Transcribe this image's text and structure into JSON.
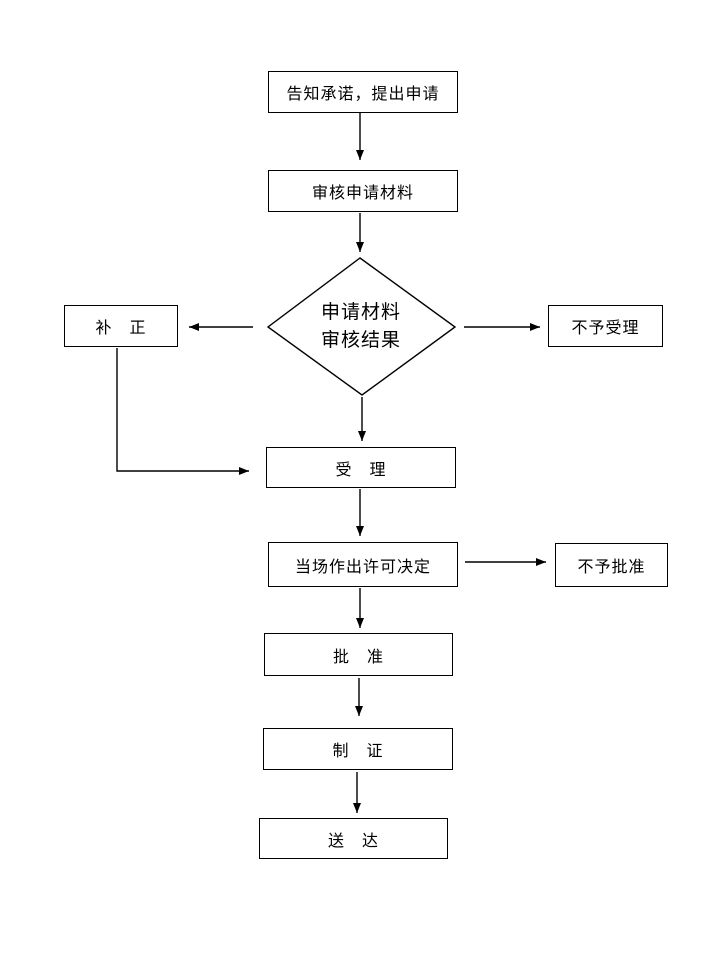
{
  "page": {
    "background_color": "#ffffff",
    "line_color": "#000000",
    "text_color": "#000000"
  },
  "flowchart": {
    "nodes": {
      "apply": {
        "label": "告知承诺，提出申请"
      },
      "review": {
        "label": "审核申请材料"
      },
      "decision": {
        "line1": "申请材料",
        "line2": "审核结果"
      },
      "correction": {
        "label": "补　正"
      },
      "reject_accept": {
        "label": "不予受理"
      },
      "accept": {
        "label": "受　理"
      },
      "onsite_decision": {
        "label": "当场作出许可决定"
      },
      "reject_approve": {
        "label": "不予批准"
      },
      "approve": {
        "label": "批　准"
      },
      "make_cert": {
        "label": "制　证"
      },
      "deliver": {
        "label": "送　达"
      }
    },
    "edges": [
      {
        "from": "apply",
        "to": "review"
      },
      {
        "from": "review",
        "to": "decision"
      },
      {
        "from": "decision",
        "to": "correction"
      },
      {
        "from": "decision",
        "to": "reject_accept"
      },
      {
        "from": "decision",
        "to": "accept"
      },
      {
        "from": "correction",
        "to": "accept"
      },
      {
        "from": "accept",
        "to": "onsite_decision"
      },
      {
        "from": "onsite_decision",
        "to": "reject_approve"
      },
      {
        "from": "onsite_decision",
        "to": "approve"
      },
      {
        "from": "approve",
        "to": "make_cert"
      },
      {
        "from": "make_cert",
        "to": "deliver"
      }
    ]
  }
}
